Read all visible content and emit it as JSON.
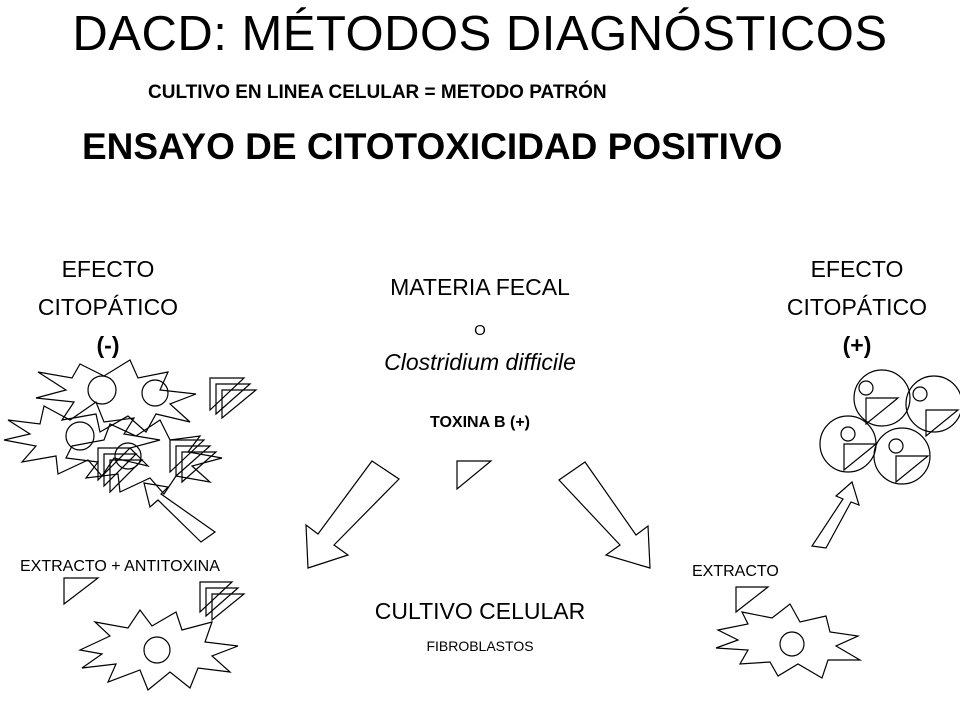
{
  "title": "DACD: MÉTODOS DIAGNÓSTICOS",
  "subtitle": "CULTIVO EN LINEA CELULAR = METODO PATRÓN",
  "heading": "ENSAYO DE CITOTOXICIDAD POSITIVO",
  "left_effect": {
    "line1": "EFECTO",
    "line2": "CITOPÁTICO",
    "sign": "(-)"
  },
  "right_effect": {
    "line1": "EFECTO",
    "line2": "CITOPÁTICO",
    "sign": "(+)"
  },
  "sample": {
    "line1": "MATERIA FECAL",
    "connector": "O",
    "organism": "Clostridium difficile"
  },
  "toxin": "TOXINA B (+)",
  "left_extract": "EXTRACTO + ANTITOXINA",
  "right_extract": "EXTRACTO",
  "culture": {
    "line1": "CULTIVO CELULAR",
    "line2": "FIBROBLASTOS"
  }
}
